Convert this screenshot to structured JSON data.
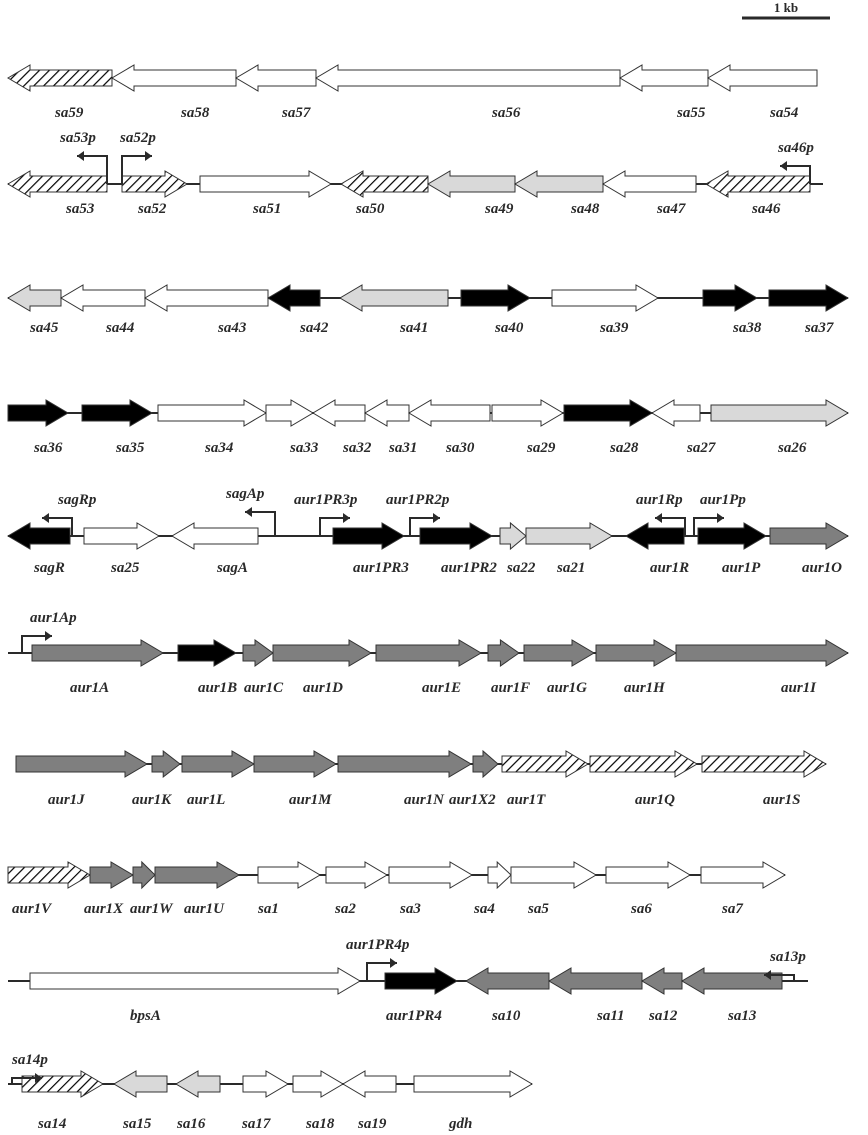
{
  "scale_bar": {
    "label": "1 kb"
  },
  "colors": {
    "white": "#ffffff",
    "black": "#000000",
    "dark_grey": "#7f7f7f",
    "light_grey": "#d9d9d9",
    "hatched": "diagonal-hatch",
    "line": "#2a2a2a"
  },
  "rows": [
    {
      "genes": [
        {
          "label": "sa59",
          "strand": "-",
          "fill": "hatched"
        },
        {
          "label": "sa58",
          "strand": "-",
          "fill": "white"
        },
        {
          "label": "sa57",
          "strand": "-",
          "fill": "white"
        },
        {
          "label": "sa56",
          "strand": "-",
          "fill": "white"
        },
        {
          "label": "sa55",
          "strand": "-",
          "fill": "white"
        },
        {
          "label": "sa54",
          "strand": "-",
          "fill": "white"
        }
      ],
      "promoters": []
    },
    {
      "genes": [
        {
          "label": "sa53",
          "strand": "-",
          "fill": "hatched"
        },
        {
          "label": "sa52",
          "strand": "+",
          "fill": "hatched"
        },
        {
          "label": "sa51",
          "strand": "+",
          "fill": "white"
        },
        {
          "label": "sa50",
          "strand": "-",
          "fill": "hatched"
        },
        {
          "label": "sa49",
          "strand": "-",
          "fill": "light_grey"
        },
        {
          "label": "sa48",
          "strand": "-",
          "fill": "light_grey"
        },
        {
          "label": "sa47",
          "strand": "-",
          "fill": "white"
        },
        {
          "label": "sa46",
          "strand": "-",
          "fill": "hatched"
        }
      ],
      "promoters": [
        {
          "label": "sa53p",
          "dir": "-"
        },
        {
          "label": "sa52p",
          "dir": "+"
        },
        {
          "label": "sa46p",
          "dir": "-"
        }
      ]
    },
    {
      "genes": [
        {
          "label": "sa45",
          "strand": "-",
          "fill": "light_grey"
        },
        {
          "label": "sa44",
          "strand": "-",
          "fill": "white"
        },
        {
          "label": "sa43",
          "strand": "-",
          "fill": "white"
        },
        {
          "label": "sa42",
          "strand": "-",
          "fill": "black"
        },
        {
          "label": "sa41",
          "strand": "-",
          "fill": "light_grey"
        },
        {
          "label": "sa40",
          "strand": "+",
          "fill": "black"
        },
        {
          "label": "sa39",
          "strand": "+",
          "fill": "white"
        },
        {
          "label": "sa38",
          "strand": "+",
          "fill": "black"
        },
        {
          "label": "sa37",
          "strand": "+",
          "fill": "black"
        }
      ],
      "promoters": []
    },
    {
      "genes": [
        {
          "label": "sa36",
          "strand": "+",
          "fill": "black"
        },
        {
          "label": "sa35",
          "strand": "+",
          "fill": "black"
        },
        {
          "label": "sa34",
          "strand": "+",
          "fill": "white"
        },
        {
          "label": "sa33",
          "strand": "+",
          "fill": "white"
        },
        {
          "label": "sa32",
          "strand": "-",
          "fill": "white"
        },
        {
          "label": "sa31",
          "strand": "-",
          "fill": "white"
        },
        {
          "label": "sa30",
          "strand": "-",
          "fill": "white"
        },
        {
          "label": "sa29",
          "strand": "+",
          "fill": "white"
        },
        {
          "label": "sa28",
          "strand": "+",
          "fill": "black"
        },
        {
          "label": "sa27",
          "strand": "-",
          "fill": "white"
        },
        {
          "label": "sa26",
          "strand": "+",
          "fill": "light_grey"
        }
      ],
      "promoters": []
    },
    {
      "genes": [
        {
          "label": "sagR",
          "strand": "-",
          "fill": "black"
        },
        {
          "label": "sa25",
          "strand": "+",
          "fill": "white"
        },
        {
          "label": "sagA",
          "strand": "-",
          "fill": "white"
        },
        {
          "label": "aur1PR3",
          "strand": "+",
          "fill": "black"
        },
        {
          "label": "aur1PR2",
          "strand": "+",
          "fill": "black"
        },
        {
          "label": "sa22",
          "strand": "+",
          "fill": "light_grey"
        },
        {
          "label": "sa21",
          "strand": "+",
          "fill": "light_grey"
        },
        {
          "label": "aur1R",
          "strand": "-",
          "fill": "black"
        },
        {
          "label": "aur1P",
          "strand": "+",
          "fill": "black"
        },
        {
          "label": "aur1O",
          "strand": "+",
          "fill": "dark_grey"
        }
      ],
      "promoters": [
        {
          "label": "sagRp",
          "dir": "-"
        },
        {
          "label": "sagAp",
          "dir": "-"
        },
        {
          "label": "aur1PR3p",
          "dir": "+"
        },
        {
          "label": "aur1PR2p",
          "dir": "+"
        },
        {
          "label": "aur1Rp",
          "dir": "-"
        },
        {
          "label": "aur1Pp",
          "dir": "+"
        }
      ]
    },
    {
      "genes": [
        {
          "label": "aur1A",
          "strand": "+",
          "fill": "dark_grey"
        },
        {
          "label": "aur1B",
          "strand": "+",
          "fill": "black"
        },
        {
          "label": "aur1C",
          "strand": "+",
          "fill": "dark_grey"
        },
        {
          "label": "aur1D",
          "strand": "+",
          "fill": "dark_grey"
        },
        {
          "label": "aur1E",
          "strand": "+",
          "fill": "dark_grey"
        },
        {
          "label": "aur1F",
          "strand": "+",
          "fill": "dark_grey"
        },
        {
          "label": "aur1G",
          "strand": "+",
          "fill": "dark_grey"
        },
        {
          "label": "aur1H",
          "strand": "+",
          "fill": "dark_grey"
        },
        {
          "label": "aur1I",
          "strand": "+",
          "fill": "dark_grey"
        }
      ],
      "promoters": [
        {
          "label": "aur1Ap",
          "dir": "+"
        }
      ]
    },
    {
      "genes": [
        {
          "label": "aur1J",
          "strand": "+",
          "fill": "dark_grey"
        },
        {
          "label": "aur1K",
          "strand": "+",
          "fill": "dark_grey"
        },
        {
          "label": "aur1L",
          "strand": "+",
          "fill": "dark_grey"
        },
        {
          "label": "aur1M",
          "strand": "+",
          "fill": "dark_grey"
        },
        {
          "label": "aur1N",
          "strand": "+",
          "fill": "dark_grey"
        },
        {
          "label": "aur1X2",
          "strand": "+",
          "fill": "dark_grey"
        },
        {
          "label": "aur1T",
          "strand": "+",
          "fill": "hatched"
        },
        {
          "label": "aur1Q",
          "strand": "+",
          "fill": "hatched"
        },
        {
          "label": "aur1S",
          "strand": "+",
          "fill": "hatched"
        }
      ],
      "promoters": []
    },
    {
      "genes": [
        {
          "label": "aur1V",
          "strand": "+",
          "fill": "hatched"
        },
        {
          "label": "aur1X",
          "strand": "+",
          "fill": "dark_grey"
        },
        {
          "label": "aur1W",
          "strand": "+",
          "fill": "dark_grey"
        },
        {
          "label": "aur1U",
          "strand": "+",
          "fill": "dark_grey"
        },
        {
          "label": "sa1",
          "strand": "+",
          "fill": "white"
        },
        {
          "label": "sa2",
          "strand": "+",
          "fill": "white"
        },
        {
          "label": "sa3",
          "strand": "+",
          "fill": "white"
        },
        {
          "label": "sa4",
          "strand": "+",
          "fill": "white"
        },
        {
          "label": "sa5",
          "strand": "+",
          "fill": "white"
        },
        {
          "label": "sa6",
          "strand": "+",
          "fill": "white"
        },
        {
          "label": "sa7",
          "strand": "+",
          "fill": "white"
        }
      ],
      "promoters": []
    },
    {
      "genes": [
        {
          "label": "bpsA",
          "strand": "+",
          "fill": "white"
        },
        {
          "label": "aur1PR4",
          "strand": "+",
          "fill": "black"
        },
        {
          "label": "sa10",
          "strand": "-",
          "fill": "dark_grey"
        },
        {
          "label": "sa11",
          "strand": "-",
          "fill": "dark_grey"
        },
        {
          "label": "sa12",
          "strand": "-",
          "fill": "dark_grey"
        },
        {
          "label": "sa13",
          "strand": "-",
          "fill": "dark_grey"
        }
      ],
      "promoters": [
        {
          "label": "aur1PR4p",
          "dir": "+"
        },
        {
          "label": "sa13p",
          "dir": "-"
        }
      ]
    },
    {
      "genes": [
        {
          "label": "sa14",
          "strand": "+",
          "fill": "hatched"
        },
        {
          "label": "sa15",
          "strand": "-",
          "fill": "light_grey"
        },
        {
          "label": "sa16",
          "strand": "-",
          "fill": "light_grey"
        },
        {
          "label": "sa17",
          "strand": "+",
          "fill": "white"
        },
        {
          "label": "sa18",
          "strand": "+",
          "fill": "white"
        },
        {
          "label": "sa19",
          "strand": "-",
          "fill": "white"
        },
        {
          "label": "gdh",
          "strand": "+",
          "fill": "white"
        }
      ],
      "promoters": [
        {
          "label": "sa14p",
          "dir": "+"
        }
      ]
    }
  ]
}
